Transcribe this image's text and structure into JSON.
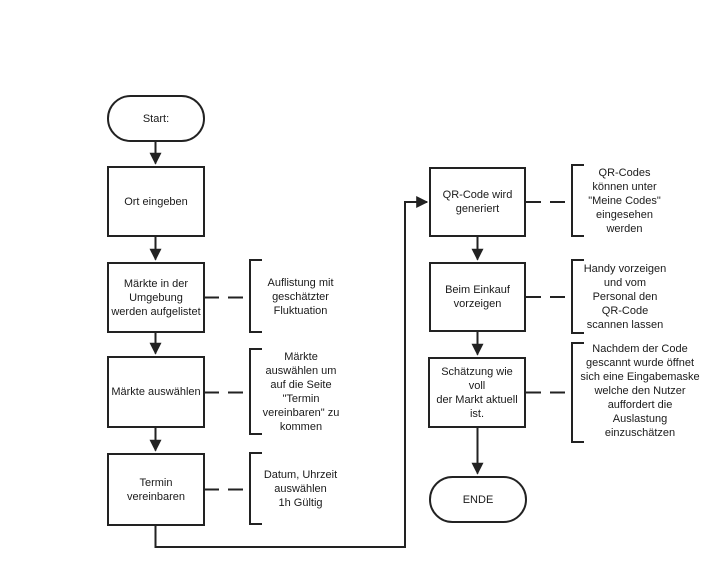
{
  "colors": {
    "line": "#222222",
    "text": "#1a1a1a",
    "background": "#ffffff"
  },
  "flowchart": {
    "nodes": {
      "start": "Start:",
      "ort_eingeben": "Ort eingeben",
      "maerkte_aufgelistet": "Märkte in der\nUmgebung\nwerden aufgelistet",
      "maerkte_auswaehlen": "Märkte auswählen",
      "termin_vereinbaren": "Termin\nvereinbaren",
      "qr_generiert": "QR-Code wird\ngeneriert",
      "einkauf_vorzeigen": "Beim Einkauf\nvorzeigen",
      "schaetzung_markt": "Schätzung wie voll\nder Markt aktuell\nist.",
      "ende": "ENDE"
    },
    "annotations": {
      "auflistung": "Auflistung mit\ngeschätzter\nFluktuation",
      "maerkte_hinweis": "Märkte\nauswählen um\nauf die Seite\n\"Termin\nvereinbaren\" zu\nkommen",
      "datum_uhrzeit": "Datum, Uhrzeit\nauswählen\n1h Gültig",
      "qr_codes_hinweis": "QR-Codes\nkönnen unter\n\"Meine Codes\"\neingesehen\nwerden",
      "handy_vorzeigen": "Handy vorzeigen\nund vom\nPersonal den\nQR-Code\nscannen lassen",
      "eingabemaske": "Nachdem der Code\ngescannt wurde öffnet\nsich eine Eingabemaske\nwelche den Nutzer\nauffordert die\nAuslastung\neinzuschätzen"
    }
  }
}
